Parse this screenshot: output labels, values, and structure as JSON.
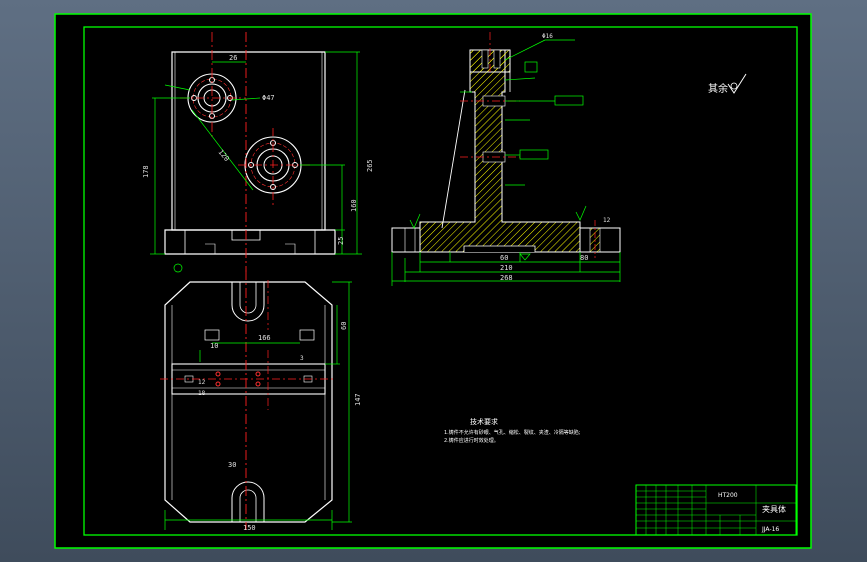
{
  "drawing": {
    "title": "夹具体",
    "material": "HT200",
    "drawing_number": "JJA-16",
    "roughness_note": "其余",
    "tech_req_title": "技术要求",
    "tech_req_1": "1.铸件不允许有砂眼、气孔、缩松、裂纹、夹渣、冷隔等缺陷;",
    "tech_req_2": "2.铸件应进行时效处理。"
  },
  "dims": {
    "d_26": "26",
    "d_phi47": "Φ47",
    "d_120": "120",
    "d_178": "178",
    "d_265": "265",
    "d_160": "160",
    "d_25": "25",
    "d_60": "60",
    "d_210": "210",
    "d_268": "268",
    "d_80": "80",
    "d_166": "166",
    "d_10": "10",
    "d_147": "147",
    "d_3": "3",
    "d_18": "18",
    "d_12": "12",
    "d_30": "30",
    "d_phi16": "Φ16",
    "d_150": "150"
  },
  "colors": {
    "frame": "#00ff00",
    "part": "#ffffff",
    "center": "#ff2020",
    "dimension": "#00ff00",
    "hatch": "#ffff00",
    "background": "#000000"
  }
}
